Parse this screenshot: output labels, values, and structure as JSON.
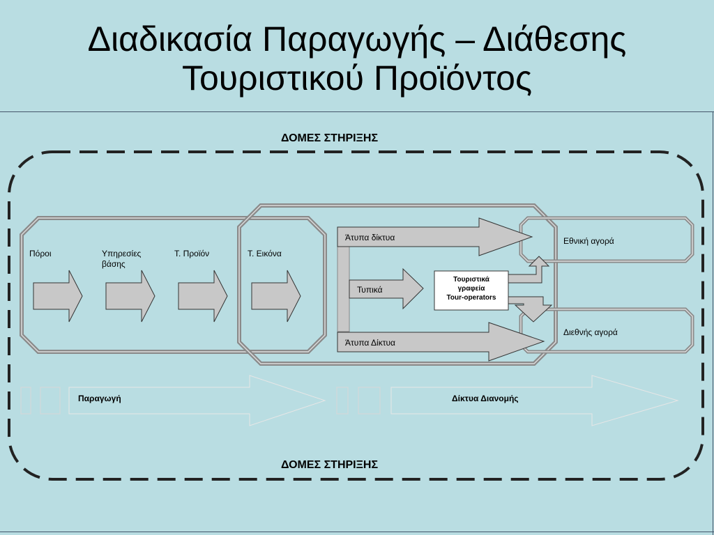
{
  "title": {
    "line1": "Διαδικασία Παραγωγής – Διάθεσης",
    "line2": "Τουριστικού Προϊόντος"
  },
  "support_top": "ΔΟΜΕΣ ΣΤΗΡΙΞΗΣ",
  "support_bottom": "ΔΟΜΕΣ ΣΤΗΡΙΞΗΣ",
  "stages": {
    "resources": "Πόροι",
    "basic_services": "Υπηρεσίες βάσης",
    "product": "Τ. Προϊόν",
    "image": "Τ. Εικόνα"
  },
  "channels": {
    "informal_top": "Άτυπα δίκτυα",
    "formal": "Τυπικά",
    "informal_bottom": "Άτυπα Δίκτυα"
  },
  "agencies": {
    "line1": "Τουριστικά",
    "line2": "γραφεία",
    "line3": "Tour-operators"
  },
  "markets": {
    "national": "Εθνική αγορά",
    "international": "Διεθνής αγορά"
  },
  "bottom_arrows": {
    "production": "Παραγωγή",
    "distribution": "Δίκτυα Διανομής"
  }
}
